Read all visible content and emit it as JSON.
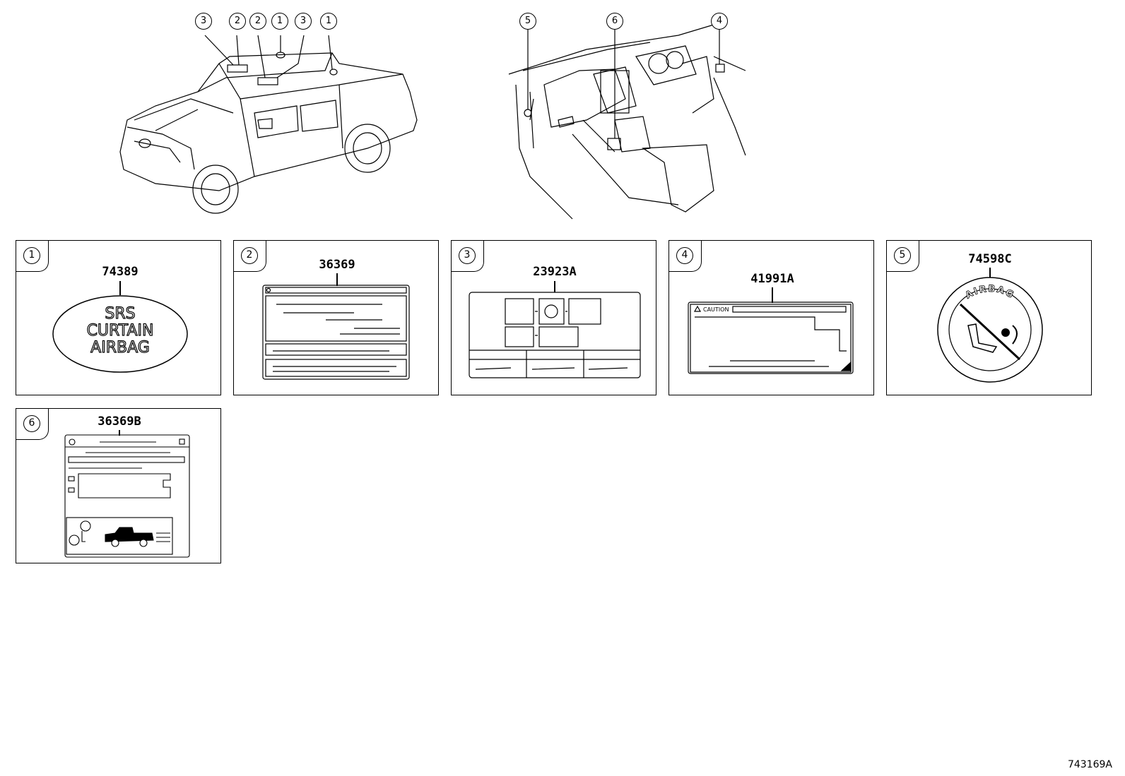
{
  "overview": {
    "truck_callouts": [
      "3",
      "2",
      "2",
      "1",
      "3",
      "1"
    ],
    "interior_callouts": [
      "5",
      "6",
      "4"
    ]
  },
  "panels": [
    {
      "index": "1",
      "part_number": "74389",
      "label_lines": [
        "SRS",
        "CURTAIN",
        "AIRBAG"
      ]
    },
    {
      "index": "2",
      "part_number": "36369"
    },
    {
      "index": "3",
      "part_number": "23923A"
    },
    {
      "index": "4",
      "part_number": "41991A",
      "caution_text": "CAUTION"
    },
    {
      "index": "5",
      "part_number": "74598C",
      "ring_text": "AIRBAG"
    },
    {
      "index": "6",
      "part_number": "36369B"
    }
  ],
  "figure_number": "743169A"
}
